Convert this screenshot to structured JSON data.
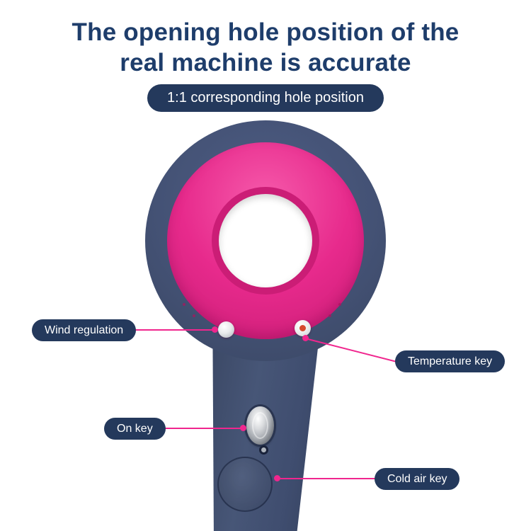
{
  "title": {
    "line1": "The opening hole position of the",
    "line2": "real machine is accurate"
  },
  "badge": "1:1 corresponding hole position",
  "callouts": {
    "wind": "Wind regulation",
    "temperature": "Temperature key",
    "on": "On key",
    "cold": "Cold air key"
  },
  "colors": {
    "title_text": "#1e3d6b",
    "label_pill_bg": "#24395c",
    "dryer_body_navy": "#445275",
    "ring_pink": "#e72a8c",
    "callout_line_pink": "#f0268e",
    "temperature_dot": "#d6492e"
  }
}
